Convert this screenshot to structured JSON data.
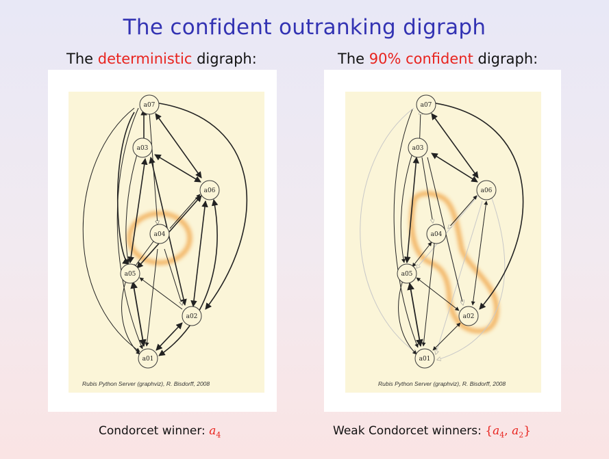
{
  "title": "The confident outranking digraph",
  "left": {
    "heading_pre": "The ",
    "heading_hl": "deterministic",
    "heading_post": " digraph:",
    "credit": "Rubis Python Server (graphviz), R. Bisdorff, 2008",
    "caption_pre": "Condorcet winner: ",
    "caption_var": "a",
    "caption_sub": "4"
  },
  "right": {
    "heading_pre": "The ",
    "heading_hl": "90% confident",
    "heading_post": " digraph:",
    "credit": "Rubis Python Server (graphviz), R. Bisdorff, 2008",
    "caption_pre": "Weak Condorcet winners: ",
    "caption_open": "{",
    "caption_a": "a",
    "caption_sub1": "4",
    "caption_comma": ", ",
    "caption_b": "a",
    "caption_sub2": "2",
    "caption_close": "}"
  },
  "nodes": [
    "a07",
    "a03",
    "a06",
    "a04",
    "a05",
    "a02",
    "a01"
  ],
  "colors": {
    "title": "#3333b3",
    "highlight": "#e8231e",
    "paper": "#fbf5d8",
    "halo": "#f0a040"
  }
}
